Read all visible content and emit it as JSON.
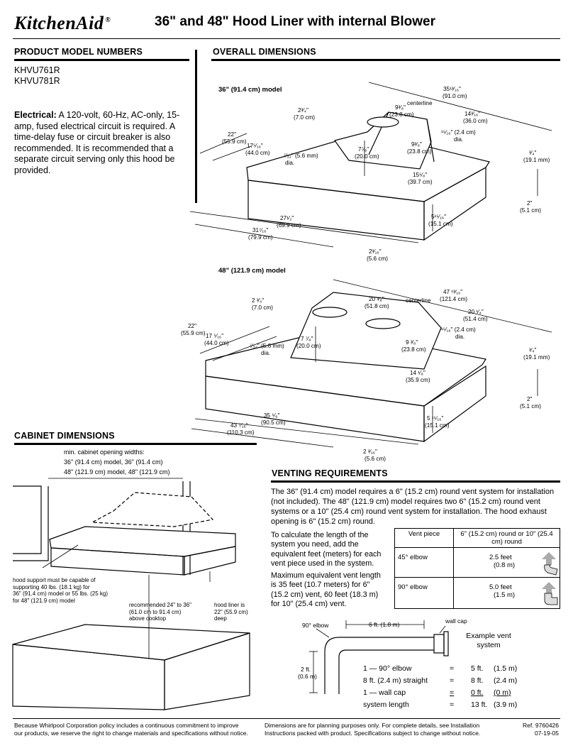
{
  "header": {
    "brand": "KitchenAid",
    "reg": "®",
    "title": "36\" and 48\" Hood Liner with internal Blower"
  },
  "sections": {
    "models_title": "PRODUCT MODEL NUMBERS",
    "overall_title": "OVERALL DIMENSIONS",
    "cabinet_title": "CABINET DIMENSIONS",
    "venting_title": "VENTING REQUIREMENTS"
  },
  "models": [
    "KHVU761R",
    "KHVU781R"
  ],
  "electrical": {
    "label": "Electrical:",
    "text": " A 120-volt, 60-Hz, AC-only, 15-amp, fused electrical circuit is required. A time-delay fuse or circuit breaker is also recommended. It is recommended that a separate circuit serving only this hood be provided."
  },
  "d36": {
    "title": "36\" (91.4 cm) model",
    "w_total": [
      "35¹³⁄₁₆\"",
      "(91.0 cm)"
    ],
    "centerline": "centerline",
    "w_right": [
      "14³⁄₁₆\"",
      "(36.0 cm)"
    ],
    "top_w": [
      "9³⁄₈\"",
      "(23.8 cm)"
    ],
    "top_d": [
      "2³⁄₄\"",
      "(7.0 cm)"
    ],
    "depth": [
      "22\"",
      "(55.9 cm)"
    ],
    "depth2": [
      "17⁵⁄₁₆\"",
      "(44.0 cm)"
    ],
    "hole": [
      "⁷⁄₃₂\" (5.6 mm)",
      "dia."
    ],
    "height": [
      "7⁷⁄₈\"",
      "(20.0 cm)"
    ],
    "side_w": [
      "9³⁄₈\"",
      "(23.8 cm)"
    ],
    "hole2": [
      "¹⁵⁄₁₆\" (2.4 cm)",
      "dia."
    ],
    "liner": [
      "15⁵⁄₈\"",
      "(39.7 cm)"
    ],
    "front": [
      "³⁄₄\"",
      "(19.1 mm)"
    ],
    "lip": [
      "2\"",
      "(5.1 cm)"
    ],
    "bottom1": [
      "27¹⁄₂\"",
      "(69.9 cm)"
    ],
    "bottom2": [
      "31⁷⁄₁₆\"",
      "(79.9 cm)"
    ],
    "box_h": [
      "5¹⁵⁄₁₆\"",
      "(15.1 cm)"
    ],
    "lip2": [
      "2³⁄₁₆\"",
      "(5.6 cm)"
    ]
  },
  "d48": {
    "title": "48\" (121.9 cm) model",
    "w_total": [
      "47 ¹³⁄₁₆\"",
      "(121.4 cm)"
    ],
    "centerline": "centerline",
    "w_right": [
      "20 ¹⁄₄\"",
      "(51.4 cm)"
    ],
    "top_w": [
      "20 ³⁄₈\"",
      "(51.8 cm)"
    ],
    "top_d": [
      "2 ³⁄₄\"",
      "(7.0 cm)"
    ],
    "depth": [
      "22\"",
      "(55.9 cm)"
    ],
    "depth2": [
      "17 ⁵⁄₁₆\"",
      "(44.0 cm)"
    ],
    "hole": [
      "⁷⁄₃₂\" (5.6 mm)",
      "dia."
    ],
    "height": [
      "7 ⁷⁄₈\"",
      "(20.0 cm)"
    ],
    "side_w": [
      "9 ³⁄₈\"",
      "(23.8 cm)"
    ],
    "hole2": [
      "¹⁵⁄₁₆\" (2.4 cm)",
      "dia."
    ],
    "liner": [
      "14 ¹⁄₈\"",
      "(35.9 cm)"
    ],
    "front": [
      "³⁄₄\"",
      "(19.1 mm)"
    ],
    "lip": [
      "2\"",
      "(5.1 cm)"
    ],
    "bottom1": [
      "35 ⁵⁄₈\"",
      "(90.5 cm)"
    ],
    "bottom2": [
      "43 ⁷⁄₁₆\"",
      "(110.3 cm)"
    ],
    "box_h": [
      "5 ¹⁵⁄₁₆\"",
      "(15.1 cm)"
    ],
    "lip2": [
      "2 ³⁄₁₆\"",
      "(5.6 cm)"
    ]
  },
  "cabinet": {
    "min_title": "min. cabinet opening widths:",
    "min1": "36\" (91.4 cm) model, 36\" (91.4 cm)",
    "min2": "48\" (121.9 cm) model,  48\" (121.9 cm)",
    "support": [
      "hood support must be capable of",
      "supporting 40 lbs. (18.1 kg) for",
      "36\" (91.4 cm) model or 55 lbs. (25 kg)",
      "for 48\" (121.9 cm) model"
    ],
    "recommended": [
      "recommended 24\" to 36\"",
      "(61.0 cm to 91.4 cm)",
      "above cooktop"
    ],
    "liner": [
      "hood liner is",
      "22\" (55.9 cm)",
      "deep"
    ]
  },
  "venting": {
    "intro": "The 36\" (91.4 cm) model requires a 6\" (15.2 cm) round vent system for installation (not included). The 48\" (121.9 cm) model requires two 6\" (15.2 cm) round vent systems or a 10\" (25.4 cm) round vent system for installation. The hood exhaust opening is 6\" (15.2 cm) round.",
    "calc": "To calculate the length of the system you need, add the equivalent feet (meters) for each vent piece used in the system.",
    "max": "Maximum equivalent vent length is 35 feet (10.7 meters) for 6\" (15.2 cm) vent, 60 feet (18.3 m) for 10\" (25.4 cm) vent.",
    "table_headers": [
      "Vent piece",
      "6\" (15.2 cm) round or 10\" (25.4 cm) round"
    ],
    "rows": [
      {
        "piece": "45° elbow",
        "feet": "2.5 feet",
        "m": "(0.8 m)"
      },
      {
        "piece": "90° elbow",
        "feet": "5.0 feet",
        "m": "(1.5 m)"
      }
    ]
  },
  "example": {
    "elbow": "90° elbow",
    "run": "6 ft. (1.8 m)",
    "wallcap": "wall cap",
    "title": [
      "Example vent",
      "system"
    ],
    "rise": [
      "2 ft.",
      "(0.6 m)"
    ],
    "lines": [
      {
        "item": "1 — 90° elbow",
        "eq": "=",
        "ft": "5 ft.",
        "m": "(1.5 m)"
      },
      {
        "item": "8 ft. (2.4 m) straight",
        "eq": "=",
        "ft": "8 ft.",
        "m": "(2.4 m)"
      },
      {
        "item": "1 — wall cap",
        "eq": "=",
        "ft": "0 ft.",
        "m": "(0 m)"
      },
      {
        "item": "system length",
        "eq": "=",
        "ft": "13 ft.",
        "m": "(3.9 m)"
      }
    ]
  },
  "footer": {
    "left": [
      "Because Whirlpool Corporation policy includes a continuous commitment to improve",
      "our products, we reserve the right to change materials and specifications without notice."
    ],
    "mid": [
      "Dimensions are for planning purposes only.  For complete details, see Installation",
      "Instructions packed with product.  Specifications subject to change without notice."
    ],
    "ref": [
      "Ref. 9760426",
      "07-19-05"
    ]
  }
}
